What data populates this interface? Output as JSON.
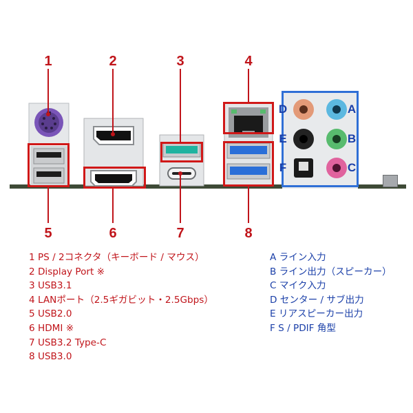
{
  "port_numbers": [
    "1",
    "2",
    "3",
    "4",
    "5",
    "6",
    "7",
    "8"
  ],
  "audio_letters": {
    "D": "D",
    "A": "A",
    "E": "E",
    "B": "B",
    "F": "F",
    "C": "C"
  },
  "legend_ports": [
    "1 PS / 2コネクタ（キーボード / マウス）",
    "2 Display Port ※",
    "3 USB3.1",
    "4 LANポート（2.5ギガビット・2.5Gbps）",
    "5 USB2.0",
    "6 HDMI ※",
    "7 USB3.2 Type-C",
    "8 USB3.0"
  ],
  "legend_audio": [
    "A ライン入力",
    "B ライン出力（スピーカー）",
    "C マイク入力",
    "D センター / サブ出力",
    "E リアスピーカー出力",
    "F S / PDIF 角型"
  ],
  "colors": {
    "label_red": "#c0141a",
    "label_blue": "#1a3fa8",
    "highlight_red": "#d01818",
    "highlight_blue": "#2f6fd6",
    "usb3_blue": "#2a6fd8",
    "usb31_teal": "#1fb3a0",
    "ps2_purple": "#7a55b8",
    "jack_orange": "#e39a78",
    "jack_lightblue": "#5cb8e0",
    "jack_black": "#222222",
    "jack_green": "#58bb6e",
    "jack_pink": "#e0639e"
  }
}
